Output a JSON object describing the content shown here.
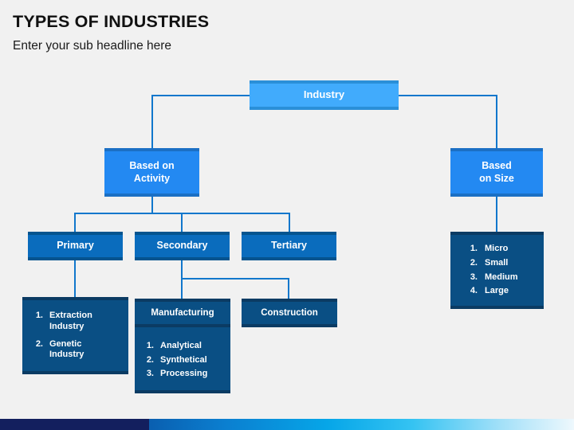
{
  "header": {
    "title": "TYPES OF INDUSTRIES",
    "subtitle": "Enter your sub headline here"
  },
  "colors": {
    "background": "#f1f1f1",
    "level1_light_blue": "#41abfc",
    "level2_medium_blue": "#2389f2",
    "level3_strong_blue": "#0a6cbd",
    "level4_dark_navy": "#0a4f84",
    "connector_line": "#1177cc",
    "footer_navy": "#131f5e",
    "text_dark": "#111111",
    "text_light": "#ffffff"
  },
  "chart_data": {
    "type": "diagram",
    "diagram_kind": "hierarchy-tree",
    "title": "TYPES OF INDUSTRIES",
    "root": "Industry",
    "nodes": [
      {
        "id": "industry",
        "label": "Industry",
        "level": 1,
        "parent": null
      },
      {
        "id": "by_activity",
        "label": "Based on Activity",
        "level": 2,
        "parent": "industry"
      },
      {
        "id": "by_size",
        "label": "Based on Size",
        "level": 2,
        "parent": "industry"
      },
      {
        "id": "primary",
        "label": "Primary",
        "level": 3,
        "parent": "by_activity"
      },
      {
        "id": "secondary",
        "label": "Secondary",
        "level": 3,
        "parent": "by_activity"
      },
      {
        "id": "tertiary",
        "label": "Tertiary",
        "level": 3,
        "parent": "by_activity"
      },
      {
        "id": "primary_list",
        "label": "Extraction Industry; Genetic Industry",
        "level": 4,
        "parent": "primary"
      },
      {
        "id": "manufacturing",
        "label": "Manufacturing",
        "level": 4,
        "parent": "secondary"
      },
      {
        "id": "construction",
        "label": "Construction",
        "level": 4,
        "parent": "secondary"
      },
      {
        "id": "size_list",
        "label": "Micro; Small; Medium; Large",
        "level": 3,
        "parent": "by_size"
      }
    ]
  },
  "nodes": {
    "industry": {
      "label": "Industry"
    },
    "based_on_activity": {
      "line1": "Based on",
      "line2": "Activity"
    },
    "based_on_size": {
      "line1": "Based",
      "line2": "on Size"
    },
    "primary": {
      "label": "Primary"
    },
    "secondary": {
      "label": "Secondary"
    },
    "tertiary": {
      "label": "Tertiary"
    },
    "manufacturing": {
      "label": "Manufacturing"
    },
    "construction": {
      "label": "Construction"
    }
  },
  "lists": {
    "primary_items": [
      {
        "num": "1.",
        "line1": "Extraction",
        "line2": "Industry"
      },
      {
        "num": "2.",
        "line1": "Genetic",
        "line2": "Industry"
      }
    ],
    "manufacturing_items": [
      {
        "num": "1.",
        "text": "Analytical"
      },
      {
        "num": "2.",
        "text": "Synthetical"
      },
      {
        "num": "3.",
        "text": "Processing"
      }
    ],
    "size_items": [
      {
        "num": "1.",
        "text": "Micro"
      },
      {
        "num": "2.",
        "text": "Small"
      },
      {
        "num": "3.",
        "text": "Medium"
      },
      {
        "num": "4.",
        "text": "Large"
      }
    ]
  }
}
